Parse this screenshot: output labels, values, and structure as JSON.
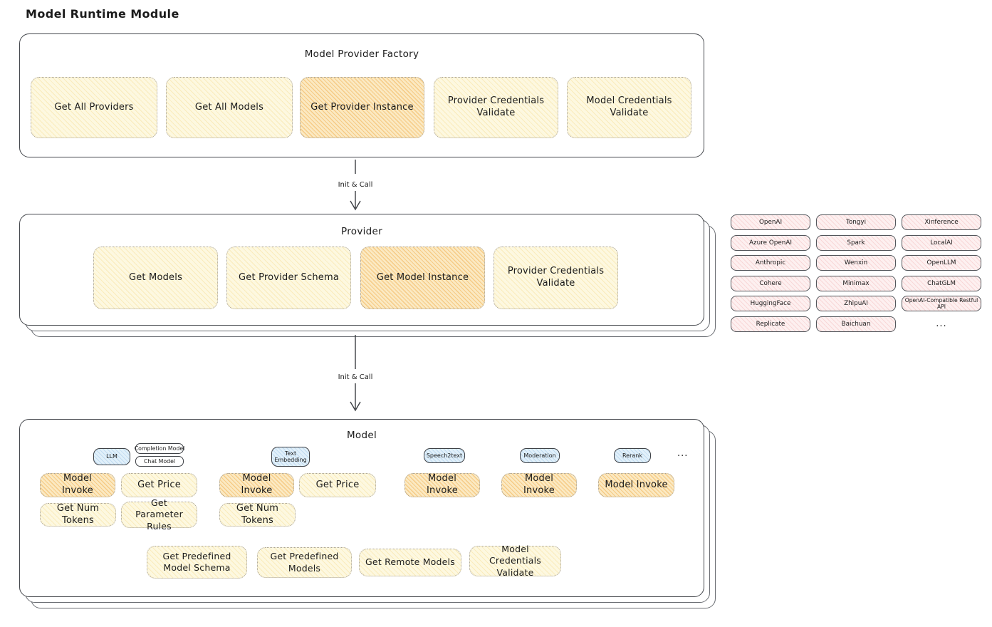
{
  "page_title": "Model Runtime Module",
  "colors": {
    "action_fill": "#fdf8e0",
    "action_highlight_fill": "#f8e0a6",
    "model_type_fill": "#e1f0fa",
    "provider_item_fill": "#fdf0f0",
    "stroke": "#45484d"
  },
  "factory": {
    "title": "Model Provider Factory",
    "buttons": [
      {
        "label": "Get All Providers",
        "highlight": false
      },
      {
        "label": "Get All Models",
        "highlight": false
      },
      {
        "label": "Get Provider Instance",
        "highlight": true
      },
      {
        "label": "Provider Credentials Validate",
        "highlight": false
      },
      {
        "label": "Model Credentials Validate",
        "highlight": false
      }
    ]
  },
  "flow": {
    "arrow1_label": "Init & Call",
    "arrow2_label": "Init & Call"
  },
  "provider": {
    "title": "Provider",
    "buttons": [
      {
        "label": "Get Models",
        "highlight": false
      },
      {
        "label": "Get Provider Schema",
        "highlight": false
      },
      {
        "label": "Get Model Instance",
        "highlight": true
      },
      {
        "label": "Provider Credentials Validate",
        "highlight": false
      }
    ]
  },
  "catalog": {
    "items": [
      "OpenAI",
      "Tongyi",
      "Xinference",
      "Azure OpenAI",
      "Spark",
      "LocalAI",
      "Anthropic",
      "Wenxin",
      "OpenLLM",
      "Cohere",
      "Minimax",
      "ChatGLM",
      "HuggingFace",
      "ZhipuAI",
      "OpenAI-Compatible Restful API",
      "Replicate",
      "Baichuan"
    ],
    "more": "..."
  },
  "model": {
    "title": "Model",
    "types": {
      "llm": "LLM",
      "completion_model_tag": "Completion Model",
      "chat_model_tag": "Chat Model",
      "text_embedding": "Text Embedding",
      "speech2text": "Speech2text",
      "moderation": "Moderation",
      "rerank": "Rerank",
      "more": "..."
    },
    "actions": {
      "model_invoke": "Model Invoke",
      "get_price": "Get Price",
      "get_num_tokens": "Get Num Tokens",
      "get_parameter_rules": "Get Parameter Rules"
    },
    "bottom_buttons": [
      {
        "label": "Get Predefined Model Schema"
      },
      {
        "label": "Get Predefined Models"
      },
      {
        "label": "Get Remote Models"
      },
      {
        "label": "Model Credentials Validate"
      }
    ]
  }
}
